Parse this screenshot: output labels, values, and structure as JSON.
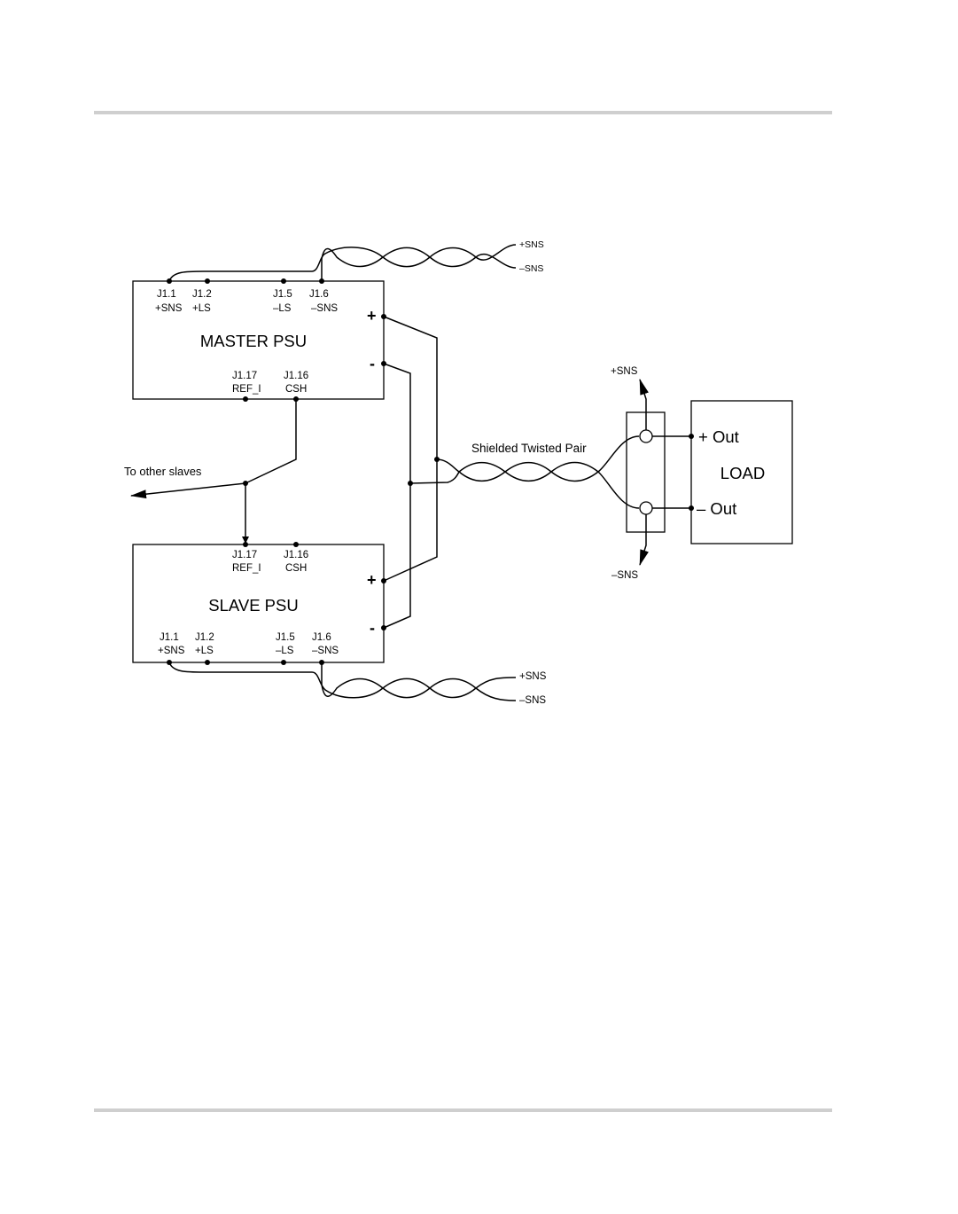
{
  "master": {
    "title": "MASTER PSU",
    "pins_top": [
      {
        "id": "J1.1",
        "label": "+SNS"
      },
      {
        "id": "J1.2",
        "label": "+LS"
      },
      {
        "id": "J1.5",
        "label": "–LS"
      },
      {
        "id": "J1.6",
        "label": "–SNS"
      }
    ],
    "pins_bottom": [
      {
        "id": "J1.17",
        "label": "REF_I"
      },
      {
        "id": "J1.16",
        "label": "CSH"
      }
    ],
    "plus": "+",
    "minus": "-"
  },
  "slave": {
    "title": "SLAVE PSU",
    "pins_top": [
      {
        "id": "J1.17",
        "label": "REF_I"
      },
      {
        "id": "J1.16",
        "label": "CSH"
      }
    ],
    "pins_bottom": [
      {
        "id": "J1.1",
        "label": "+SNS"
      },
      {
        "id": "J1.2",
        "label": "+LS"
      },
      {
        "id": "J1.5",
        "label": "–LS"
      },
      {
        "id": "J1.6",
        "label": "–SNS"
      }
    ],
    "plus": "+",
    "minus": "-"
  },
  "master_sense": {
    "plus": "+SNS",
    "minus": "–SNS"
  },
  "slave_sense": {
    "plus": "+SNS",
    "minus": "–SNS"
  },
  "to_other_slaves": "To other slaves",
  "shielded_twisted_pair": "Shielded Twisted Pair",
  "load": {
    "title": "LOAD",
    "plus_out": "+ Out",
    "minus_out": "– Out",
    "sense_plus": "+SNS",
    "sense_minus": "–SNS"
  }
}
